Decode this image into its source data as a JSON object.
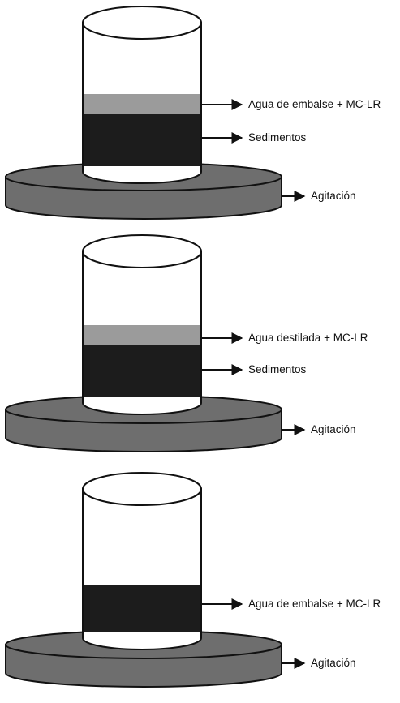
{
  "colors": {
    "outline": "#111111",
    "platform_fill": "#6e6e6e",
    "water_fill": "#9b9b9b",
    "sediment_fill": "#1c1c1c",
    "beaker_fill": "#ffffff"
  },
  "setups": [
    {
      "labels": {
        "water": "Agua de embalse + MC-LR",
        "sediment": "Sedimentos",
        "agitation": "Agitación"
      }
    },
    {
      "labels": {
        "water": "Agua destilada + MC-LR",
        "sediment": "Sedimentos",
        "agitation": "Agitación"
      }
    },
    {
      "labels": {
        "sediment": "Agua de embalse + MC-LR",
        "agitation": "Agitación"
      }
    }
  ]
}
